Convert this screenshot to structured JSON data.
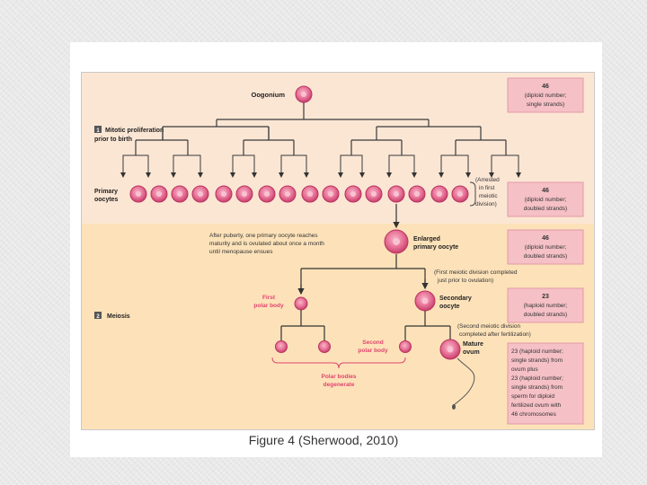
{
  "figure": {
    "title_oogonium": "Oogonium",
    "step1_num": "1",
    "step1_label_l1": "Mitotic proliferation",
    "step1_label_l2": "prior to birth",
    "primary_oocytes_l1": "Primary",
    "primary_oocytes_l2": "oocytes",
    "arrested_l1": "(Arrested",
    "arrested_l2": "in first",
    "arrested_l3": "meiotic",
    "arrested_l4": "division)",
    "puberty_l1": "After puberty, one primary oocyte reaches",
    "puberty_l2": "maturity and is ovulated about once a month",
    "puberty_l3": "until menopause ensues",
    "enlarged_l1": "Enlarged",
    "enlarged_l2": "primary oocyte",
    "first_div_l1": "(First meiotic division completed",
    "first_div_l2": "just prior to ovulation)",
    "step2_num": "2",
    "step2_label": "Meiosis",
    "first_polar_l1": "First",
    "first_polar_l2": "polar body",
    "secondary_l1": "Secondary",
    "secondary_l2": "oocyte",
    "second_div_l1": "(Second meiotic division",
    "second_div_l2": "completed after fertilization)",
    "second_polar_l1": "Second",
    "second_polar_l2": "polar body",
    "mature_l1": "Mature",
    "mature_l2": "ovum",
    "degenerate_l1": "Polar bodies",
    "degenerate_l2": "degenerate",
    "box1_l1": "46",
    "box1_l2": "(diploid number;",
    "box1_l3": "single strands)",
    "box2_l1": "46",
    "box2_l2": "(diploid number;",
    "box2_l3": "doubled strands)",
    "box3_l1": "46",
    "box3_l2": "(diploid number;",
    "box3_l3": "doubled strands)",
    "box4_l1": "23",
    "box4_l2": "(haploid number;",
    "box4_l3": "doubled strands)",
    "box5_l1": "23 (haploid number;",
    "box5_l2": "single strands) from",
    "box5_l3": "ovum plus",
    "box5_l4": "23 (haploid number;",
    "box5_l5": "single strands) from",
    "box5_l6": "sperm for diploid",
    "box5_l7": "fertilized ovum with",
    "box5_l8": "46 chromosomes"
  },
  "caption": {
    "text": "Figure 4 (Sherwood, 2010)"
  },
  "colors": {
    "band_top": "#fbe6d4",
    "band_bottom": "#fde3b8",
    "cell": "#e05a86",
    "cell_inner": "#f49ab6",
    "box": "#f6c3c8",
    "lines": "#3a3a3a"
  }
}
